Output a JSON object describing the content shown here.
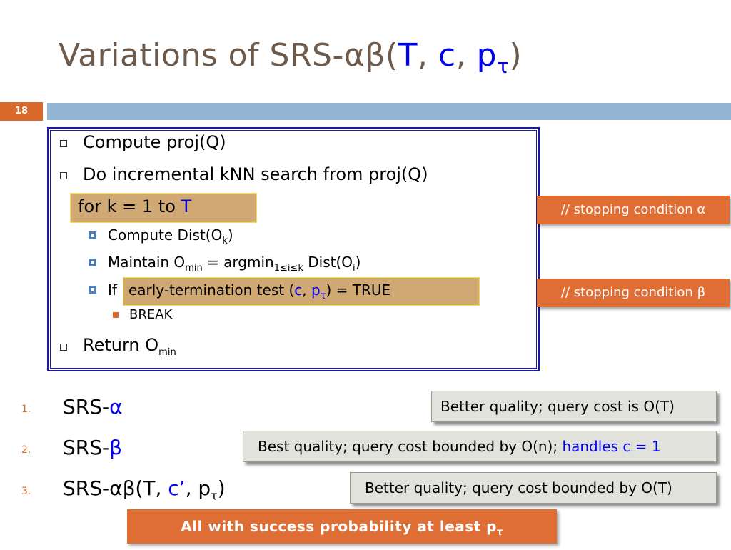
{
  "slide": {
    "title_prefix": "Variations of SRS-αβ(",
    "title_T": "T",
    "title_sep1": ", ",
    "title_c": "c",
    "title_sep2": ", ",
    "title_p": "p",
    "title_tau": "τ",
    "title_suffix": ")",
    "number": "18"
  },
  "algorithm": {
    "step1": "Compute proj(Q)",
    "step2": "Do incremental kNN search from proj(Q)",
    "loop_prefix": "for k = 1 to ",
    "loop_T": "T",
    "sub1_prefix": "Compute Dist(O",
    "sub1_k": "k",
    "sub1_suffix": ")",
    "sub2_prefix": "Maintain O",
    "sub2_min": "min",
    "sub2_mid": " = argmin",
    "sub2_range": "1≤i≤k",
    "sub2_dist": " Dist(O",
    "sub2_i": "i",
    "sub2_suffix": ")",
    "sub3_if": "If ",
    "sub3_prefix": "early-termination test (",
    "sub3_c": "c",
    "sub3_sep": ", ",
    "sub3_p": "p",
    "sub3_tau": "τ",
    "sub3_suffix": ") = TRUE",
    "break": "BREAK",
    "step3_prefix": "Return O",
    "step3_min": "min"
  },
  "notes": {
    "alpha": "// stopping condition α",
    "beta": "// stopping condition β"
  },
  "variants": [
    {
      "num": "1.",
      "prefix": "SRS-",
      "greek": "α"
    },
    {
      "num": "2.",
      "prefix": "SRS-",
      "greek": "β"
    },
    {
      "num": "3.",
      "prefix": "SRS-αβ(T, ",
      "c": "c’",
      "mid": ", p",
      "tau": "τ",
      "suffix": ")"
    }
  ],
  "descriptions": {
    "d1": "Better quality; query cost is O(T)",
    "d2_prefix": "Best quality; query cost bounded by O(n); ",
    "d2_blue": "handles c = 1",
    "d3": "Better quality; query cost bounded by O(T)"
  },
  "banner": {
    "text": "All with success probability at least p",
    "tau": "τ"
  },
  "colors": {
    "title": "#6e5a4b",
    "accent_orange": "#de6e34",
    "header_bar": "#93b5d3",
    "highlight": "#cfa874",
    "blue_text": "#0000ee"
  }
}
